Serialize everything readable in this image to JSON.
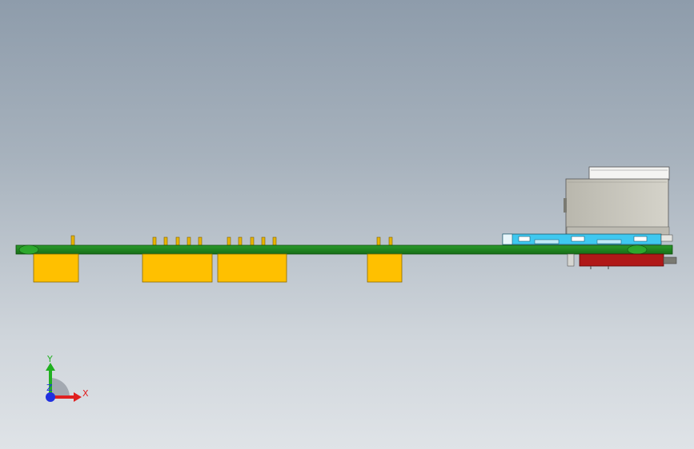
{
  "viewport": {
    "background_top": "#8e9cab",
    "background_bottom": "#dfe3e7"
  },
  "colors": {
    "pcb": "#1f8a1f",
    "pcb_edge": "#0f4f0f",
    "connector": "#ffc000",
    "connector_edge": "#8a6a00",
    "pin": "#e8b400",
    "module_blue": "#3fc8f0",
    "module_gray": "#c8c6bc",
    "module_red": "#b01818",
    "axis_x": "#e02020",
    "axis_y": "#20b020",
    "axis_z": "#2030e0"
  },
  "triad": {
    "x_label": "X",
    "y_label": "Y",
    "z_label": "Z"
  }
}
